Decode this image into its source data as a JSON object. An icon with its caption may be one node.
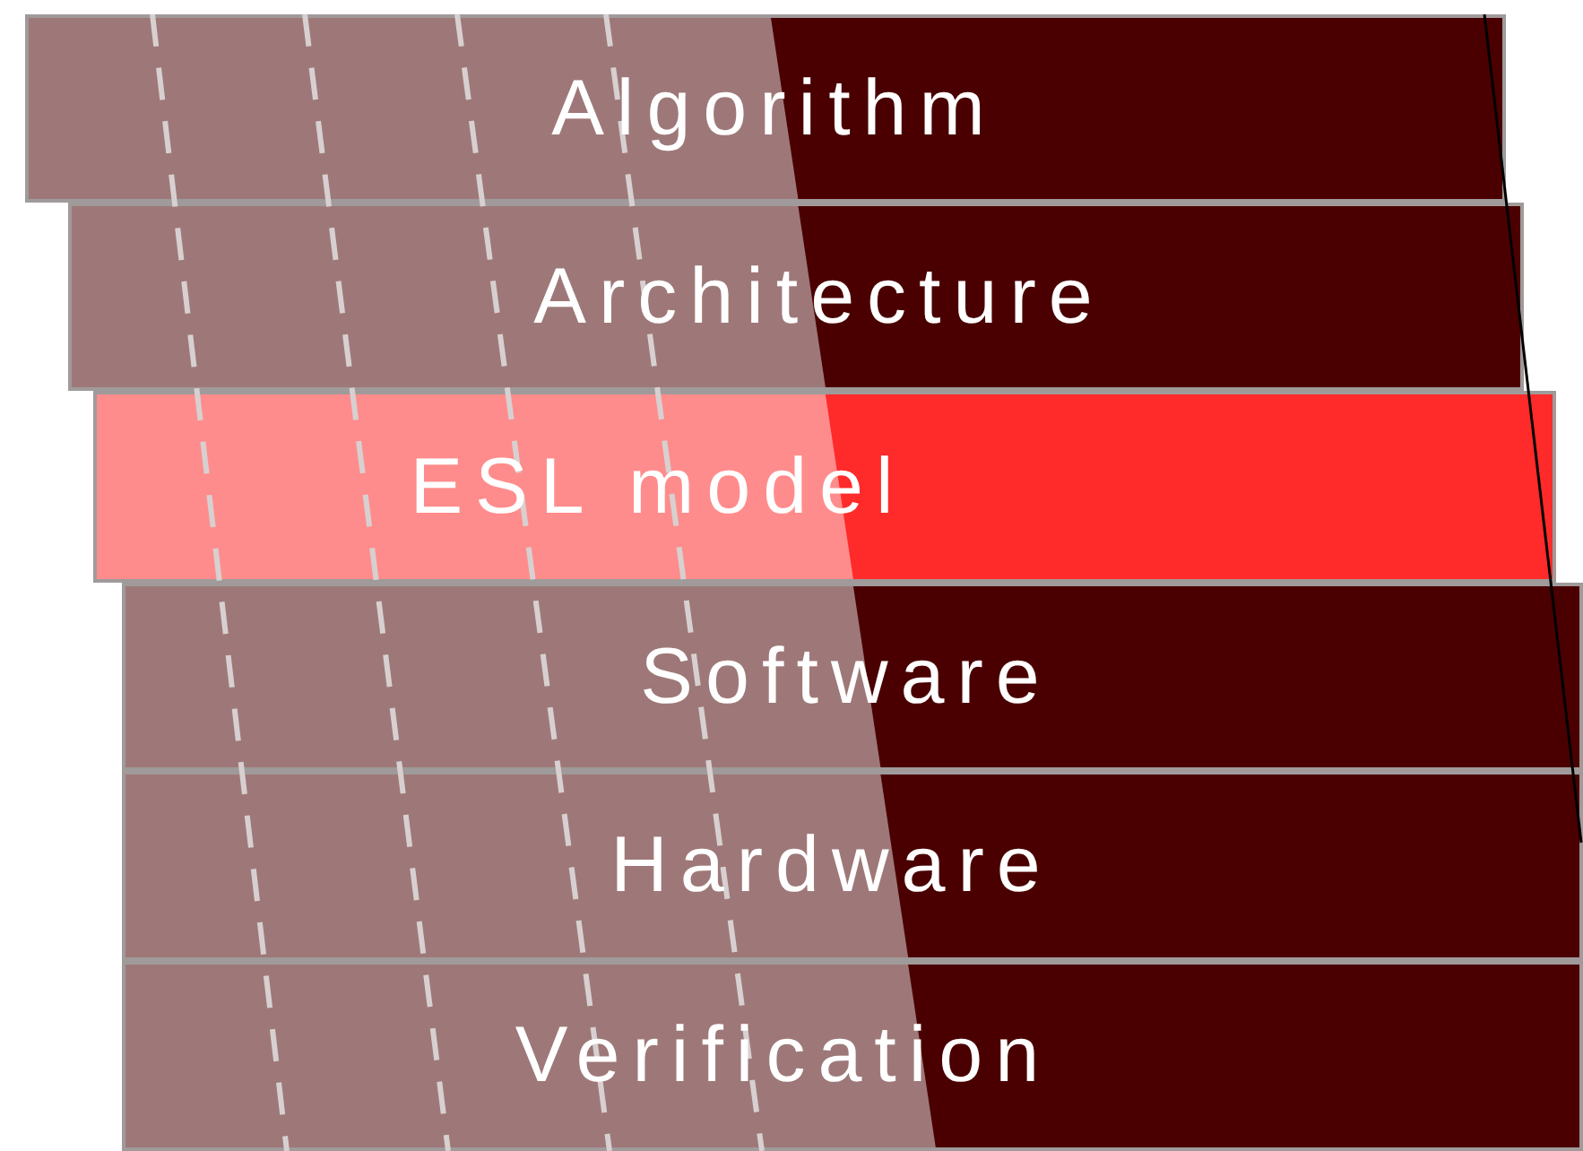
{
  "diagram": {
    "nodes": [
      {
        "text": [
          "Algorithm"
        ]
      },
      {
        "text": [
          "Architecture"
        ]
      },
      {
        "text": [
          "ESL model"
        ]
      },
      {
        "text": [
          "Software"
        ]
      },
      {
        "text": [
          "Hardware"
        ]
      },
      {
        "text": [
          "Verification"
        ]
      }
    ],
    "edges": []
  }
}
